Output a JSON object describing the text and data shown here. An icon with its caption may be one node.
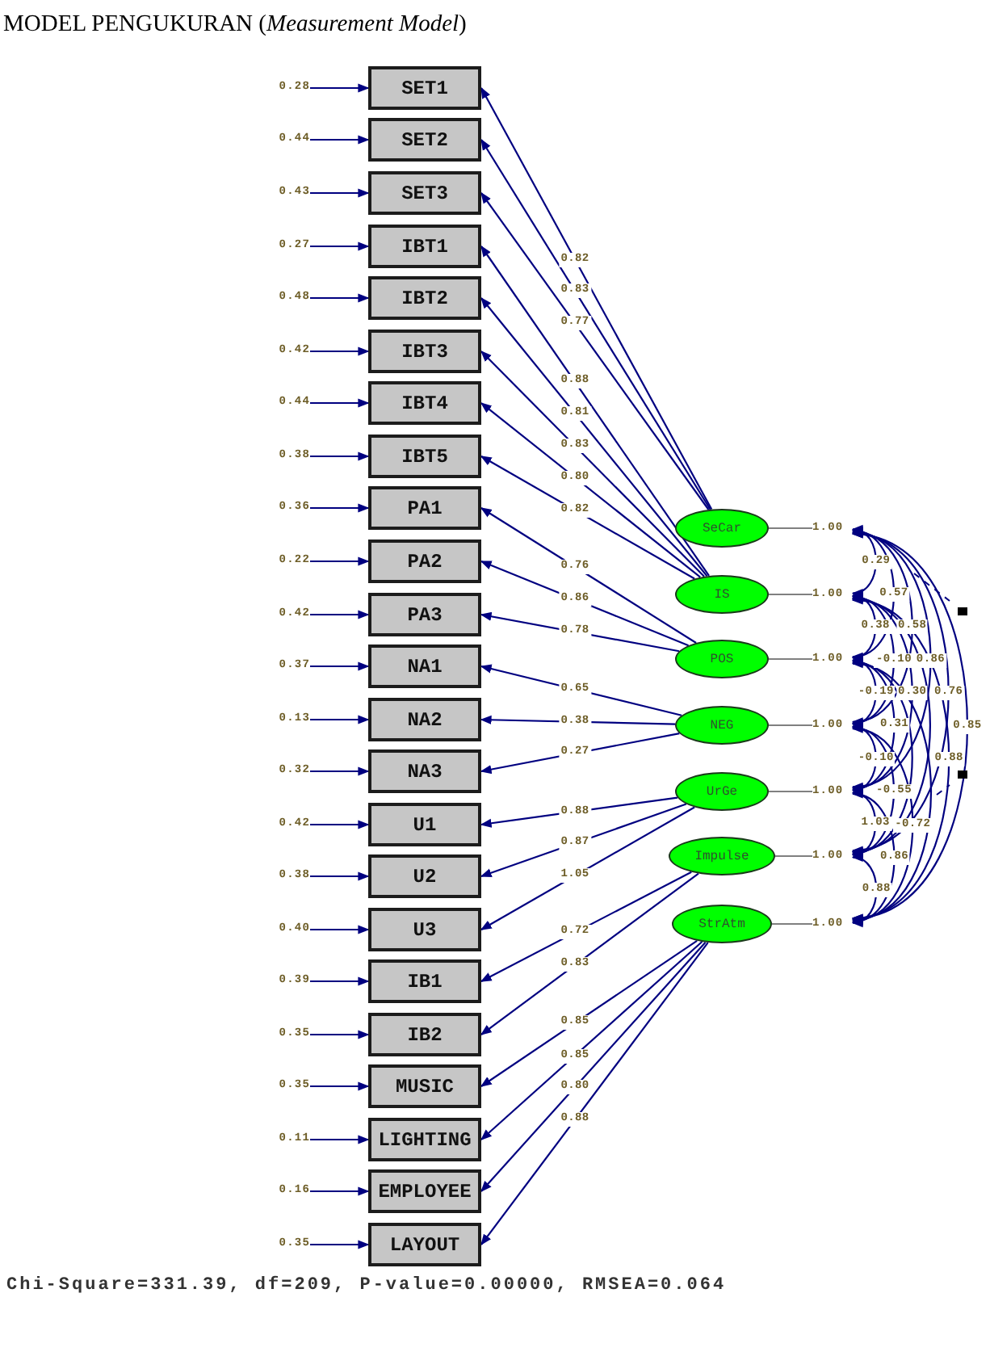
{
  "diagram": {
    "title": "MODEL PENGUKURAN (*Measurement Model*)",
    "nodes": [
      {
        "text": [
          "SET1"
        ]
      },
      {
        "text": [
          "SET2"
        ]
      },
      {
        "text": [
          "SET3"
        ]
      },
      {
        "text": [
          "IBT1"
        ]
      },
      {
        "text": [
          "IBT2"
        ]
      },
      {
        "text": [
          "IBT3"
        ]
      },
      {
        "text": [
          "IBT4"
        ]
      },
      {
        "text": [
          "IBT5"
        ]
      },
      {
        "text": [
          "PA1"
        ]
      },
      {
        "text": [
          "PA2"
        ]
      },
      {
        "text": [
          "PA3"
        ]
      },
      {
        "text": [
          "NA1"
        ]
      },
      {
        "text": [
          "NA2"
        ]
      },
      {
        "text": [
          "NA3"
        ]
      },
      {
        "text": [
          "U1"
        ]
      },
      {
        "text": [
          "U2"
        ]
      },
      {
        "text": [
          "U3"
        ]
      },
      {
        "text": [
          "IB1"
        ]
      },
      {
        "text": [
          "IB2"
        ]
      },
      {
        "text": [
          "MUSIC"
        ]
      },
      {
        "text": [
          "LIGHTING"
        ]
      },
      {
        "text": [
          "EMPLOYEE"
        ]
      },
      {
        "text": [
          "LAYOUT"
        ]
      },
      {
        "text": [
          "0.28"
        ]
      },
      {
        "text": [
          "0.44"
        ]
      },
      {
        "text": [
          "0.43"
        ]
      },
      {
        "text": [
          "0.27"
        ]
      },
      {
        "text": [
          "0.48"
        ]
      },
      {
        "text": [
          "0.42"
        ]
      },
      {
        "text": [
          "0.44"
        ]
      },
      {
        "text": [
          "0.38"
        ]
      },
      {
        "text": [
          "0.36"
        ]
      },
      {
        "text": [
          "0.22"
        ]
      },
      {
        "text": [
          "0.42"
        ]
      },
      {
        "text": [
          "0.37"
        ]
      },
      {
        "text": [
          "0.13"
        ]
      },
      {
        "text": [
          "0.32"
        ]
      },
      {
        "text": [
          "0.42"
        ]
      },
      {
        "text": [
          "0.38"
        ]
      },
      {
        "text": [
          "0.40"
        ]
      },
      {
        "text": [
          "0.39"
        ]
      },
      {
        "text": [
          "0.35"
        ]
      },
      {
        "text": [
          "0.35"
        ]
      },
      {
        "text": [
          "0.11"
        ]
      },
      {
        "text": [
          "0.16"
        ]
      },
      {
        "text": [
          "0.35"
        ]
      },
      {
        "text": [
          "SeCar"
        ]
      },
      {
        "text": [
          "IS"
        ]
      },
      {
        "text": [
          "POS"
        ]
      },
      {
        "text": [
          "NEG"
        ]
      },
      {
        "text": [
          "UrGe"
        ]
      },
      {
        "text": [
          "Impulse"
        ]
      },
      {
        "text": [
          "StrAtm"
        ]
      },
      {
        "text": [
          "1.00"
        ]
      },
      {
        "text": [
          "1.00"
        ]
      },
      {
        "text": [
          "1.00"
        ]
      },
      {
        "text": [
          "1.00"
        ]
      },
      {
        "text": [
          "1.00"
        ]
      },
      {
        "text": [
          "1.00"
        ]
      },
      {
        "text": [
          "1.00"
        ]
      }
    ],
    "edges": [
      {
        "from": 23,
        "to": 0,
        "arrow": "to"
      },
      {
        "from": 24,
        "to": 1,
        "arrow": "to"
      },
      {
        "from": 25,
        "to": 2,
        "arrow": "to"
      },
      {
        "from": 26,
        "to": 3,
        "arrow": "to"
      },
      {
        "from": 27,
        "to": 4,
        "arrow": "to"
      },
      {
        "from": 28,
        "to": 5,
        "arrow": "to"
      },
      {
        "from": 29,
        "to": 6,
        "arrow": "to"
      },
      {
        "from": 30,
        "to": 7,
        "arrow": "to"
      },
      {
        "from": 31,
        "to": 8,
        "arrow": "to"
      },
      {
        "from": 32,
        "to": 9,
        "arrow": "to"
      },
      {
        "from": 33,
        "to": 10,
        "arrow": "to"
      },
      {
        "from": 34,
        "to": 11,
        "arrow": "to"
      },
      {
        "from": 35,
        "to": 12,
        "arrow": "to"
      },
      {
        "from": 36,
        "to": 13,
        "arrow": "to"
      },
      {
        "from": 37,
        "to": 14,
        "arrow": "to"
      },
      {
        "from": 38,
        "to": 15,
        "arrow": "to"
      },
      {
        "from": 39,
        "to": 16,
        "arrow": "to"
      },
      {
        "from": 40,
        "to": 17,
        "arrow": "to"
      },
      {
        "from": 41,
        "to": 18,
        "arrow": "to"
      },
      {
        "from": 42,
        "to": 19,
        "arrow": "to"
      },
      {
        "from": 43,
        "to": 20,
        "arrow": "to"
      },
      {
        "from": 44,
        "to": 21,
        "arrow": "to"
      },
      {
        "from": 45,
        "to": 22,
        "arrow": "to"
      },
      {
        "from": 46,
        "to": 0,
        "arrow": "to",
        "label": "0.82"
      },
      {
        "from": 46,
        "to": 1,
        "arrow": "to",
        "label": "0.83"
      },
      {
        "from": 46,
        "to": 2,
        "arrow": "to",
        "label": "0.77"
      },
      {
        "from": 47,
        "to": 3,
        "arrow": "to",
        "label": "0.88"
      },
      {
        "from": 47,
        "to": 4,
        "arrow": "to",
        "label": "0.81"
      },
      {
        "from": 47,
        "to": 5,
        "arrow": "to",
        "label": "0.83"
      },
      {
        "from": 47,
        "to": 6,
        "arrow": "to",
        "label": "0.80"
      },
      {
        "from": 47,
        "to": 7,
        "arrow": "to",
        "label": "0.82"
      },
      {
        "from": 48,
        "to": 8,
        "arrow": "to",
        "label": "0.76"
      },
      {
        "from": 48,
        "to": 9,
        "arrow": "to",
        "label": "0.86"
      },
      {
        "from": 48,
        "to": 10,
        "arrow": "to",
        "label": "0.78"
      },
      {
        "from": 49,
        "to": 11,
        "arrow": "to",
        "label": "0.65"
      },
      {
        "from": 49,
        "to": 12,
        "arrow": "to",
        "label": "0.38"
      },
      {
        "from": 49,
        "to": 13,
        "arrow": "to",
        "label": "0.27"
      },
      {
        "from": 50,
        "to": 14,
        "arrow": "to",
        "label": "0.88"
      },
      {
        "from": 50,
        "to": 15,
        "arrow": "to",
        "label": "0.87"
      },
      {
        "from": 50,
        "to": 16,
        "arrow": "to",
        "label": "1.05"
      },
      {
        "from": 51,
        "to": 17,
        "arrow": "to",
        "label": "0.72"
      },
      {
        "from": 51,
        "to": 18,
        "arrow": "to",
        "label": "0.83"
      },
      {
        "from": 52,
        "to": 19,
        "arrow": "to",
        "label": "0.85"
      },
      {
        "from": 52,
        "to": 20,
        "arrow": "to",
        "label": "0.85"
      },
      {
        "from": 52,
        "to": 21,
        "arrow": "to",
        "label": "0.80"
      },
      {
        "from": 52,
        "to": 22,
        "arrow": "to",
        "label": "0.88"
      },
      {
        "from": 46,
        "to": 53,
        "arrow": "none",
        "color": "#808080"
      },
      {
        "from": 47,
        "to": 54,
        "arrow": "none",
        "color": "#808080"
      },
      {
        "from": 48,
        "to": 55,
        "arrow": "none",
        "color": "#808080"
      },
      {
        "from": 49,
        "to": 56,
        "arrow": "none",
        "color": "#808080"
      },
      {
        "from": 50,
        "to": 57,
        "arrow": "none",
        "color": "#808080"
      },
      {
        "from": 51,
        "to": 58,
        "arrow": "none",
        "color": "#808080"
      },
      {
        "from": 52,
        "to": 59,
        "arrow": "none",
        "color": "#808080"
      },
      {
        "from": 53,
        "to": 54,
        "arrow": "both",
        "label": "0.29"
      },
      {
        "from": 53,
        "to": 55,
        "arrow": "both",
        "label": "0.57"
      },
      {
        "from": 54,
        "to": 55,
        "arrow": "both",
        "label": "0.38"
      },
      {
        "from": 53,
        "to": 56,
        "arrow": "both",
        "label": "0.58"
      },
      {
        "from": 54,
        "to": 56,
        "arrow": "both",
        "label": "-0.10"
      },
      {
        "from": 53,
        "to": 57,
        "arrow": "both",
        "label": "0.86"
      },
      {
        "from": 55,
        "to": 56,
        "arrow": "both",
        "label": "-0.19"
      },
      {
        "from": 54,
        "to": 57,
        "arrow": "both",
        "label": "0.30"
      },
      {
        "from": 53,
        "to": 58,
        "arrow": "both",
        "label": "0.76"
      },
      {
        "from": 55,
        "to": 57,
        "arrow": "both",
        "label": "0.31"
      },
      {
        "from": 54,
        "to": 58,
        "arrow": "both"
      },
      {
        "from": 53,
        "to": 59,
        "arrow": "both",
        "label": "0.85"
      },
      {
        "from": 56,
        "to": 57,
        "arrow": "both",
        "label": "-0.10"
      },
      {
        "from": 55,
        "to": 58,
        "arrow": "both"
      },
      {
        "from": 54,
        "to": 59,
        "arrow": "both",
        "label": "0.88"
      },
      {
        "from": 56,
        "to": 58,
        "arrow": "both",
        "label": "-0.55"
      },
      {
        "from": 55,
        "to": 59,
        "arrow": "both"
      },
      {
        "from": 57,
        "to": 58,
        "arrow": "both",
        "label": "1.03"
      },
      {
        "from": 56,
        "to": 59,
        "arrow": "both",
        "label": "-0.72"
      },
      {
        "from": 57,
        "to": 59,
        "arrow": "both",
        "label": "0.86"
      },
      {
        "from": 58,
        "to": 59,
        "arrow": "both",
        "label": "0.88"
      }
    ],
    "labels": [
      "Chi-Square=331.39, df=209, P-value=0.00000, RMSEA=0.064"
    ]
  }
}
